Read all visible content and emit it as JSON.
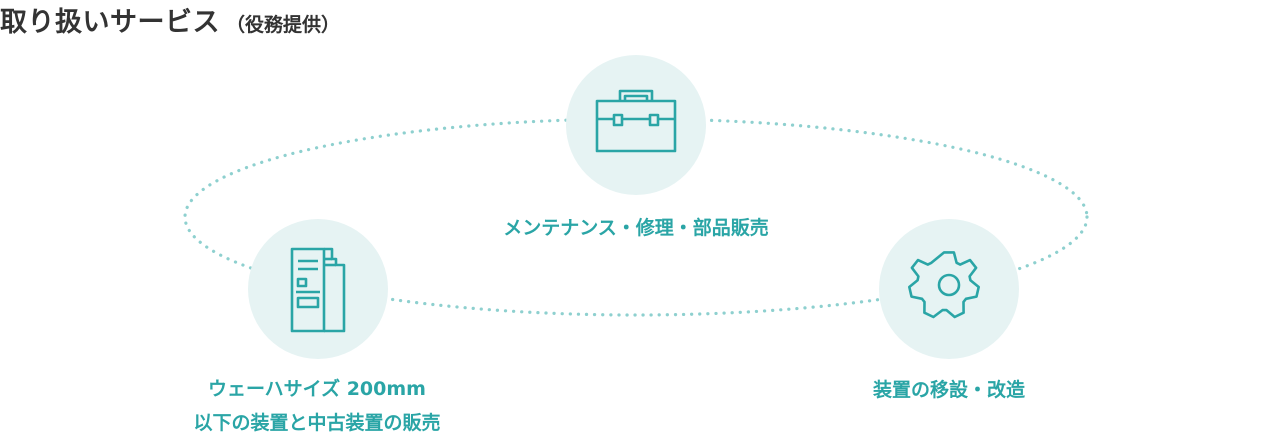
{
  "heading": {
    "title": "取り扱いサービス",
    "subtitle": "（役務提供）"
  },
  "colors": {
    "accent": "#2aa5a6",
    "circle_fill": "#e6f3f3",
    "dotted_ring": "#8ed0cf",
    "heading_text": "#333333"
  },
  "services": [
    {
      "icon": "toolbox-icon",
      "lines": [
        "メンテナンス・修理・部品販売"
      ]
    },
    {
      "icon": "wafer-equipment-icon",
      "lines": [
        "ウェーハサイズ 200mm",
        "以下の装置と中古装置の販売"
      ]
    },
    {
      "icon": "gear-icon",
      "lines": [
        "装置の移設・改造"
      ]
    }
  ]
}
